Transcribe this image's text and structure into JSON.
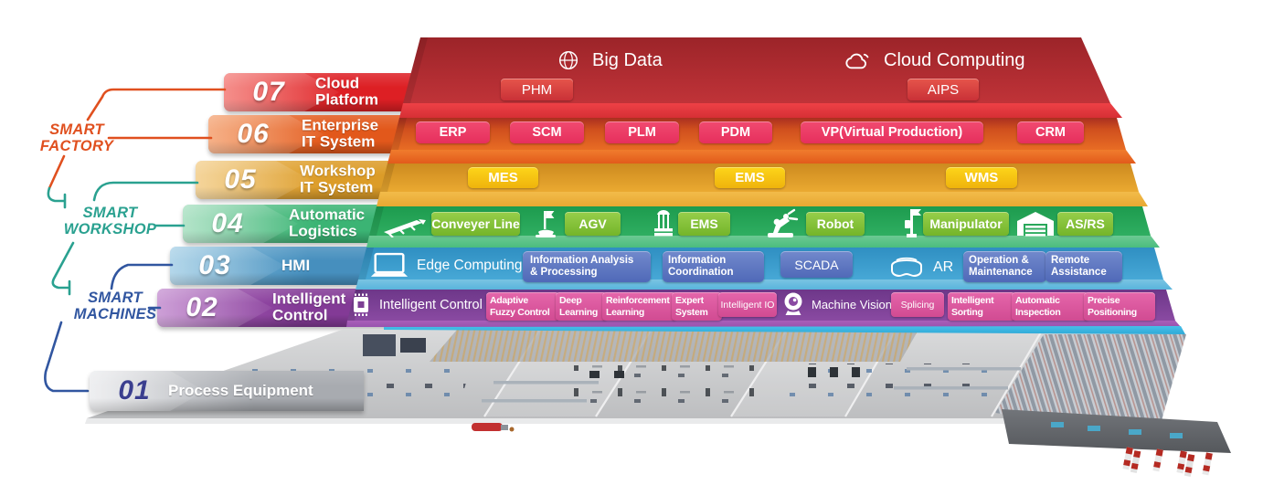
{
  "side_labels": {
    "factory": "SMART\nFACTORY",
    "workshop": "SMART\nWORKSHOP",
    "machines": "SMART\nMACHINES"
  },
  "layers": {
    "l7": {
      "num": "07",
      "name": "Cloud\nPlatform",
      "headings": [
        {
          "icon": "globe",
          "label": "Big Data"
        },
        {
          "icon": "cloud",
          "label": "Cloud Computing"
        }
      ],
      "pills": [
        "PHM",
        "AIPS"
      ]
    },
    "l6": {
      "num": "06",
      "name": "Enterprise\nIT System",
      "pills": [
        "ERP",
        "SCM",
        "PLM",
        "PDM",
        "VP(Virtual Production)",
        "CRM"
      ]
    },
    "l5": {
      "num": "05",
      "name": "Workshop\nIT System",
      "pills": [
        "MES",
        "EMS",
        "WMS"
      ]
    },
    "l4": {
      "num": "04",
      "name": "Automatic\nLogistics",
      "items": [
        {
          "icon": "conveyor",
          "label": "Conveyer Line"
        },
        {
          "icon": "agv",
          "label": "AGV"
        },
        {
          "icon": "hoist",
          "label": "EMS"
        },
        {
          "icon": "robot",
          "label": "Robot"
        },
        {
          "icon": "manipulator",
          "label": "Manipulator"
        },
        {
          "icon": "warehouse",
          "label": "AS/RS"
        }
      ]
    },
    "l3": {
      "num": "03",
      "name": "HMI",
      "lead": {
        "icon": "laptop",
        "label": "Edge Computing"
      },
      "pills": [
        "Information Analysis & Processing",
        "Information Coordination",
        "SCADA"
      ],
      "ar": {
        "icon": "ar-glasses",
        "label": "AR"
      },
      "pills2": [
        "Operation & Maintenance",
        "Remote Assistance"
      ]
    },
    "l2": {
      "num": "02",
      "name": "Intelligent\nControl",
      "lead": {
        "icon": "chip",
        "label": "Intelligent Control"
      },
      "pills": [
        "Adaptive Fuzzy Control",
        "Deep Learning",
        "Reinforcement Learning",
        "Expert System",
        "Intelligent IO"
      ],
      "lead2": {
        "icon": "webcam",
        "label": "Machine Vision"
      },
      "pills2": [
        "Splicing",
        "Intelligent Sorting",
        "Automatic Inspection",
        "Precise Positioning"
      ]
    },
    "l1": {
      "num": "01",
      "name": "Process Equipment"
    }
  }
}
